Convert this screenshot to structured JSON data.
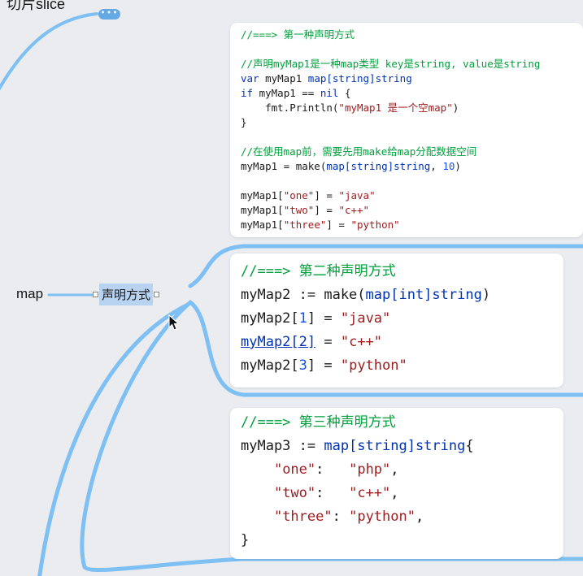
{
  "canvas": {
    "background": "#eaecf0",
    "connector_color": "#7ec0f3"
  },
  "colors": {
    "comment": "#00A03C",
    "keyword": "#0033B3",
    "string": "#9E1B1E",
    "number": "#1750EB",
    "plain": "#1B1B1B",
    "link": "#0033B3"
  },
  "topics": {
    "slice": {
      "label": "切片slice"
    },
    "collapse_badge": {
      "label": "•••"
    },
    "map": {
      "label": "map"
    },
    "declaration": {
      "label": "声明方式"
    }
  },
  "blocks": [
    {
      "lines": [
        [
          [
            "//===> 第一种声明方式",
            "c"
          ]
        ],
        [],
        [
          [
            "//声明myMap1是一种map类型 key是string, value是string",
            "c"
          ]
        ],
        [
          [
            "var",
            "k"
          ],
          [
            " myMap1 ",
            "p"
          ],
          [
            "map[string]string",
            "k"
          ]
        ],
        [
          [
            "if",
            "k"
          ],
          [
            " myMap1 == ",
            "p"
          ],
          [
            "nil",
            "k"
          ],
          [
            " {",
            "p"
          ]
        ],
        [
          [
            "    fmt.Println(",
            "p"
          ],
          [
            "\"myMap1 是一个空map\"",
            "s"
          ],
          [
            ")",
            "p"
          ]
        ],
        [
          [
            "}",
            "p"
          ]
        ],
        [],
        [
          [
            "//在使用map前，需要先用make给map分配数据空间",
            "c"
          ]
        ],
        [
          [
            "myMap1 = make(",
            "p"
          ],
          [
            "map[string]string",
            "k"
          ],
          [
            ", ",
            "p"
          ],
          [
            "10",
            "n"
          ],
          [
            ")",
            "p"
          ]
        ],
        [],
        [
          [
            "myMap1[",
            "p"
          ],
          [
            "\"one\"",
            "s"
          ],
          [
            "] = ",
            "p"
          ],
          [
            "\"java\"",
            "s"
          ]
        ],
        [
          [
            "myMap1[",
            "p"
          ],
          [
            "\"two\"",
            "s"
          ],
          [
            "] = ",
            "p"
          ],
          [
            "\"c++\"",
            "s"
          ]
        ],
        [
          [
            "myMap1[",
            "p"
          ],
          [
            "\"three\"",
            "s"
          ],
          [
            "] = ",
            "p"
          ],
          [
            "\"python\"",
            "s"
          ]
        ]
      ]
    },
    {
      "lines": [
        [
          [
            "//===> 第二种声明方式",
            "c"
          ]
        ],
        [
          [
            "myMap2 := make(",
            "p"
          ],
          [
            "map[int]string",
            "k"
          ],
          [
            ")",
            "p"
          ]
        ],
        [
          [
            "myMap2[",
            "p"
          ],
          [
            "1",
            "n"
          ],
          [
            "] = ",
            "p"
          ],
          [
            "\"java\"",
            "s"
          ]
        ],
        [
          [
            "myMap2[2]",
            "u"
          ],
          [
            " = ",
            "p"
          ],
          [
            "\"c++\"",
            "s"
          ]
        ],
        [
          [
            "myMap2[",
            "p"
          ],
          [
            "3",
            "n"
          ],
          [
            "] = ",
            "p"
          ],
          [
            "\"python\"",
            "s"
          ]
        ]
      ]
    },
    {
      "lines": [
        [
          [
            "//===> 第三种声明方式",
            "c"
          ]
        ],
        [
          [
            "myMap3 := ",
            "p"
          ],
          [
            "map[string]string",
            "k"
          ],
          [
            "{",
            "p"
          ]
        ],
        [
          [
            "    ",
            "p"
          ],
          [
            "\"one\"",
            "s"
          ],
          [
            ":   ",
            "p"
          ],
          [
            "\"php\"",
            "s"
          ],
          [
            ",",
            "p"
          ]
        ],
        [
          [
            "    ",
            "p"
          ],
          [
            "\"two\"",
            "s"
          ],
          [
            ":   ",
            "p"
          ],
          [
            "\"c++\"",
            "s"
          ],
          [
            ",",
            "p"
          ]
        ],
        [
          [
            "    ",
            "p"
          ],
          [
            "\"three\"",
            "s"
          ],
          [
            ": ",
            "p"
          ],
          [
            "\"python\"",
            "s"
          ],
          [
            ",",
            "p"
          ]
        ],
        [
          [
            "}",
            "p"
          ]
        ]
      ]
    }
  ]
}
